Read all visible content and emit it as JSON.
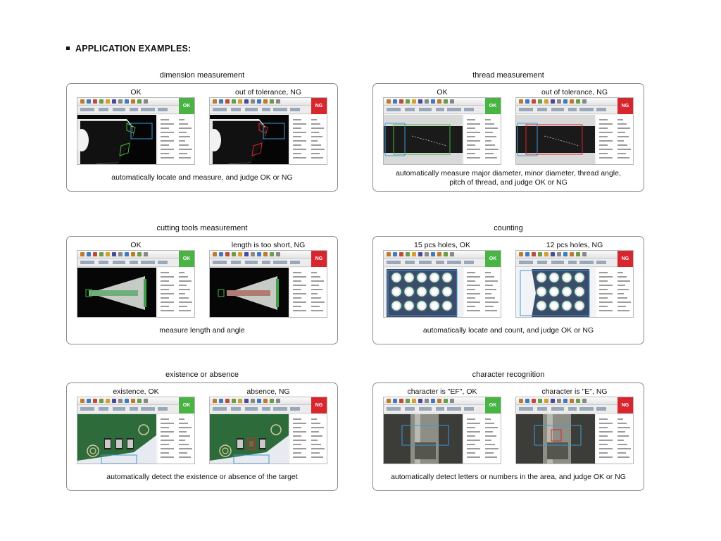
{
  "heading": "APPLICATION EXAMPLES:",
  "colors": {
    "ok": "#49b443",
    "ng": "#d8262f",
    "roi": "#3d9bd6"
  },
  "sections": [
    {
      "title": "dimension measurement",
      "left": {
        "label": "OK",
        "status": "OK",
        "view": "dimension-ok"
      },
      "right": {
        "label": "out of tolerance, NG",
        "status": "NG",
        "view": "dimension-ng"
      },
      "caption_lines": [
        "automatically locate and measure, and judge OK or NG"
      ]
    },
    {
      "title": "thread measurement",
      "left": {
        "label": "OK",
        "status": "OK",
        "view": "thread-ok"
      },
      "right": {
        "label": "out of tolerance, NG",
        "status": "NG",
        "view": "thread-ng"
      },
      "caption_lines": [
        "automatically measure major diameter, minor diameter, thread angle,",
        "pitch of thread, and judge OK or NG"
      ]
    },
    {
      "title": "cutting tools measurement",
      "left": {
        "label": "OK",
        "status": "OK",
        "view": "tool-ok"
      },
      "right": {
        "label": "length is too short, NG",
        "status": "NG",
        "view": "tool-ng"
      },
      "caption_lines": [
        "measure length and angle"
      ]
    },
    {
      "title": "counting",
      "left": {
        "label": "15 pcs holes, OK",
        "status": "OK",
        "view": "holes-ok"
      },
      "right": {
        "label": "12 pcs holes, NG",
        "status": "NG",
        "view": "holes-ng"
      },
      "caption_lines": [
        "automatically locate and count, and judge OK or NG"
      ]
    },
    {
      "title": "existence or absence",
      "left": {
        "label": "existence, OK",
        "status": "OK",
        "view": "pcb-ok"
      },
      "right": {
        "label": "absence, NG",
        "status": "NG",
        "view": "pcb-ng"
      },
      "caption_lines": [
        "automatically detect the existence or absence of the target"
      ]
    },
    {
      "title": "character recognition",
      "left": {
        "label": "character is \"EF\", OK",
        "status": "OK",
        "view": "ocr-ok"
      },
      "right": {
        "label": "character is \"E\", NG",
        "status": "NG",
        "view": "ocr-ng"
      },
      "caption_lines": [
        "automatically detect  letters or numbers in the area, and judge OK or NG"
      ]
    }
  ]
}
